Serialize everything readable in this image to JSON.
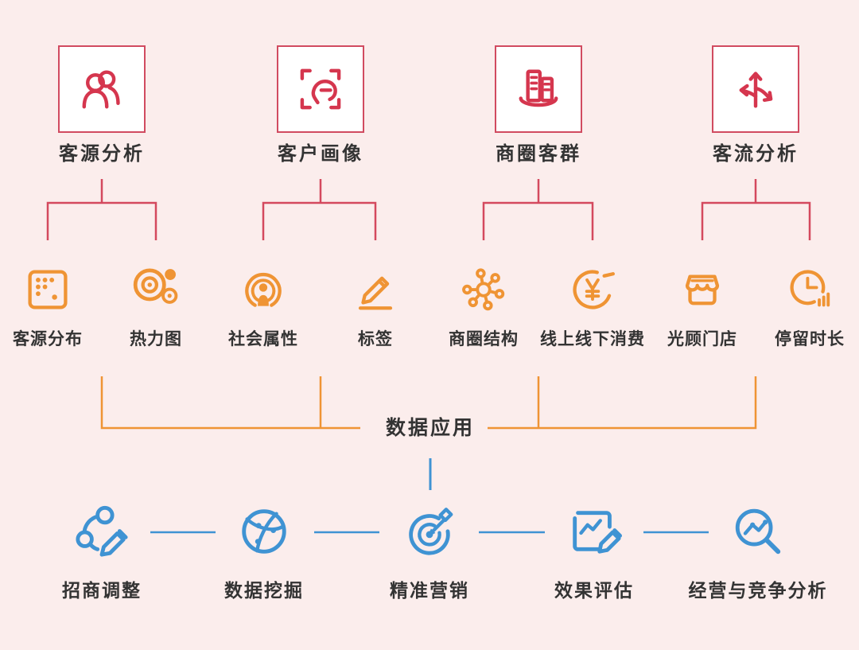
{
  "colors": {
    "background": "#fbedec",
    "box_background": "#ffffff",
    "red_accent": "#d5364e",
    "red_line": "#d4495e",
    "orange_accent": "#ef9434",
    "blue_accent": "#3f93d3",
    "text": "#333333"
  },
  "top_groups": [
    {
      "label": "客源分析",
      "icon": "people-icon"
    },
    {
      "label": "客户画像",
      "icon": "face-scan-icon"
    },
    {
      "label": "商圈客群",
      "icon": "buildings-icon"
    },
    {
      "label": "客流分析",
      "icon": "branch-arrows-icon"
    }
  ],
  "middle_items": [
    {
      "label": "客源分布",
      "icon": "dots-grid-icon"
    },
    {
      "label": "热力图",
      "icon": "heatmap-rings-icon"
    },
    {
      "label": "社会属性",
      "icon": "person-broadcast-icon"
    },
    {
      "label": "标签",
      "icon": "pencil-tag-icon"
    },
    {
      "label": "商圈结构",
      "icon": "hub-network-icon"
    },
    {
      "label": "线上线下消费",
      "icon": "yuan-circle-icon"
    },
    {
      "label": "光顾门店",
      "icon": "storefront-icon"
    },
    {
      "label": "停留时长",
      "icon": "clock-stats-icon"
    }
  ],
  "hub": {
    "label": "数据应用"
  },
  "bottom_items": [
    {
      "label": "招商调整",
      "icon": "circles-pencil-icon"
    },
    {
      "label": "数据挖掘",
      "icon": "globe-network-icon"
    },
    {
      "label": "精准营销",
      "icon": "target-dart-icon"
    },
    {
      "label": "效果评估",
      "icon": "chart-edit-icon"
    },
    {
      "label": "经营与竞争分析",
      "icon": "magnifier-trend-icon"
    }
  ]
}
